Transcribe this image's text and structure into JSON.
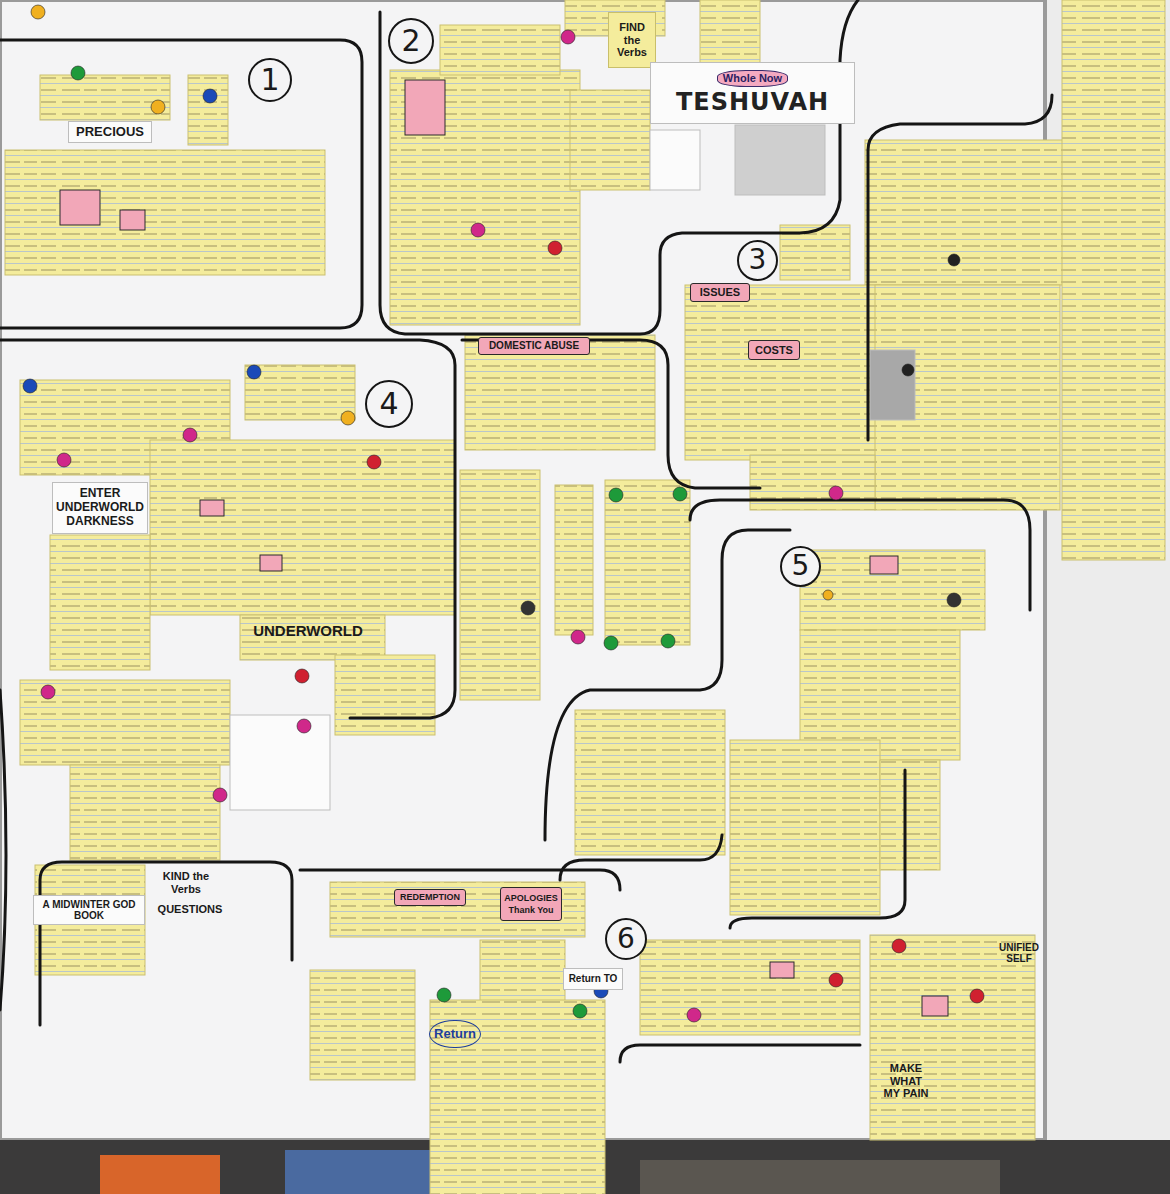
{
  "diagram": {
    "nodes": [
      {
        "text": [
          "1"
        ]
      },
      {
        "text": [
          "PRECIOUS"
        ]
      },
      {
        "text": [
          "2"
        ]
      },
      {
        "text": [
          "FIND the Verbs"
        ]
      },
      {
        "text": [
          "Whole Now",
          "TESHUVAH"
        ]
      },
      {
        "text": [
          "3"
        ]
      },
      {
        "text": [
          "ISSUES"
        ]
      },
      {
        "text": [
          "COSTS"
        ]
      },
      {
        "text": [
          "4"
        ]
      },
      {
        "text": [
          "DOMESTIC ABUSE"
        ]
      },
      {
        "text": [
          "ENTER UNDERWORLD DARKNESS"
        ]
      },
      {
        "text": [
          "UNDERWORLD"
        ]
      },
      {
        "text": [
          "5"
        ]
      },
      {
        "text": [
          "KIND the Verbs"
        ]
      },
      {
        "text": [
          "QUESTIONS"
        ]
      },
      {
        "text": [
          "A MIDWINTER GOD BOOK"
        ]
      },
      {
        "text": [
          "6"
        ]
      },
      {
        "text": [
          "REDEMPTION"
        ]
      },
      {
        "text": [
          "APOLOGIES",
          "Thank You"
        ]
      },
      {
        "text": [
          "Return TO"
        ]
      },
      {
        "text": [
          "Return"
        ]
      },
      {
        "text": [
          "UNIFIED SELF"
        ]
      },
      {
        "text": [
          "MAKE WHAT MY PAIN"
        ]
      }
    ]
  }
}
